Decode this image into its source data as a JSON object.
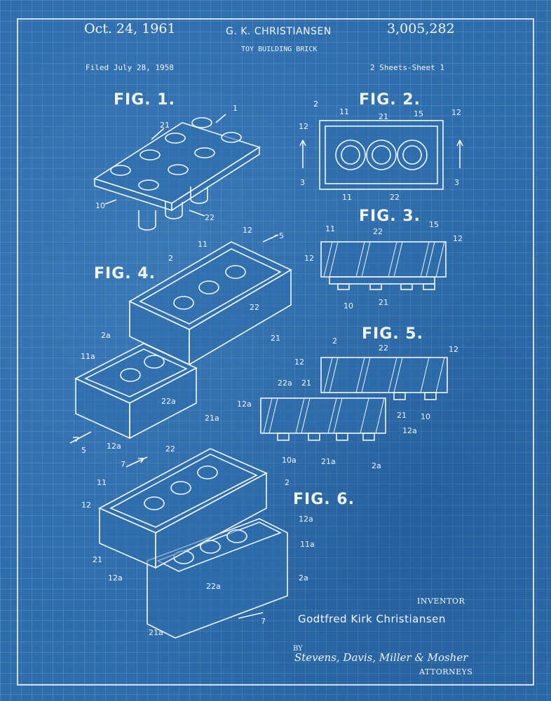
{
  "header": {
    "date": "Oct. 24, 1961",
    "inventor_short": "G. K. CHRISTIANSEN",
    "patent_number": "3,005,282",
    "title": "TOY BUILDING BRICK",
    "filed": "Filed July 28, 1958",
    "sheets": "2 Sheets-Sheet 1"
  },
  "figures": {
    "fig1": "FIG. 1.",
    "fig2": "FIG. 2.",
    "fig3": "FIG. 3.",
    "fig4": "FIG. 4.",
    "fig5": "FIG. 5.",
    "fig6": "FIG. 6."
  },
  "reference_numerals": {
    "fig1": [
      "1",
      "21",
      "10",
      "22"
    ],
    "fig2": [
      "2",
      "11",
      "21",
      "15",
      "12",
      "12",
      "3",
      "3",
      "11",
      "22"
    ],
    "fig3": [
      "11",
      "22",
      "15",
      "12",
      "12",
      "10",
      "21"
    ],
    "fig4": [
      "11",
      "12",
      "5",
      "2",
      "22",
      "21",
      "2a",
      "11a",
      "22a",
      "21a",
      "5",
      "12a"
    ],
    "fig5": [
      "2",
      "22",
      "12",
      "12",
      "21",
      "22a",
      "12a",
      "21",
      "10",
      "12a",
      "10a",
      "21a",
      "2a"
    ],
    "fig6": [
      "22",
      "7",
      "11",
      "2",
      "12",
      "12a",
      "11a",
      "21",
      "12a",
      "22a",
      "2a",
      "21a",
      "7"
    ]
  },
  "footer": {
    "inventor_label": "INVENTOR",
    "inventor_name": "Godtfred Kirk Christiansen",
    "by": "BY",
    "signature": "Stevens, Davis, Miller & Mosher",
    "attorneys": "ATTORNEYS"
  },
  "colors": {
    "blueprint_blue": "#2e6dac",
    "line_white": "#f2f6fb"
  }
}
